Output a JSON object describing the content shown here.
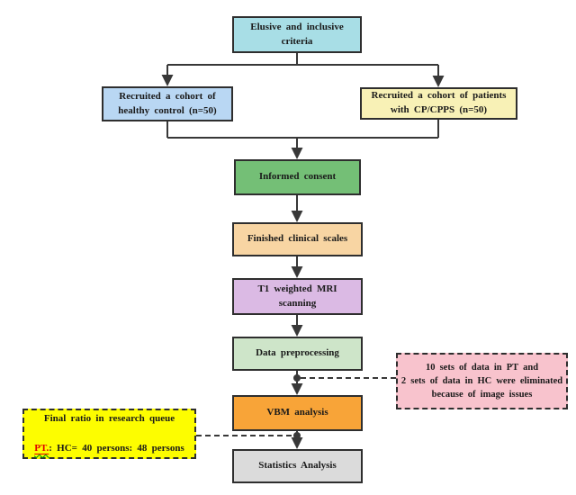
{
  "colors": {
    "box-border": "#2e2e2e",
    "line": "#383838",
    "criteria-bg": "#a8dee6",
    "healthy-bg": "#b9d7f3",
    "patients-bg": "#f8f1b6",
    "consent-bg": "#74bf76",
    "scales-bg": "#f8d5a3",
    "mri-bg": "#dbbae4",
    "preprocess-bg": "#cee5c9",
    "vbm-bg": "#f8a438",
    "stats-bg": "#dbdbdb",
    "eliminated-bg": "#f8c3cd",
    "ratio-bg": "#fdfd00",
    "pt-red": "#e00000",
    "wavy-green": "#00a000"
  },
  "flow": {
    "criteria": {
      "label": "Elusive and inclusive\ncriteria"
    },
    "healthy": {
      "label": "Recruited a cohort of\nhealthy control (n=50)"
    },
    "patients": {
      "label": "Recruited a cohort of patients\nwith CP/CPPS (n=50)"
    },
    "consent": {
      "label": "Informed consent"
    },
    "scales": {
      "label": "Finished clinical scales"
    },
    "mri": {
      "label": "T1 weighted MRI\nscanning"
    },
    "preprocess": {
      "label": "Data preprocessing"
    },
    "vbm": {
      "label": "VBM analysis"
    },
    "stats": {
      "label": "Statistics Analysis"
    }
  },
  "notes": {
    "eliminated": {
      "label": "10 sets of data in PT and\n2 sets of data in HC were eliminated\nbecause of image issues"
    },
    "final_ratio": {
      "line1": "Final ratio in research queue",
      "pt": "PT.",
      "rest": ": HC= 40 persons: 48 persons"
    }
  }
}
